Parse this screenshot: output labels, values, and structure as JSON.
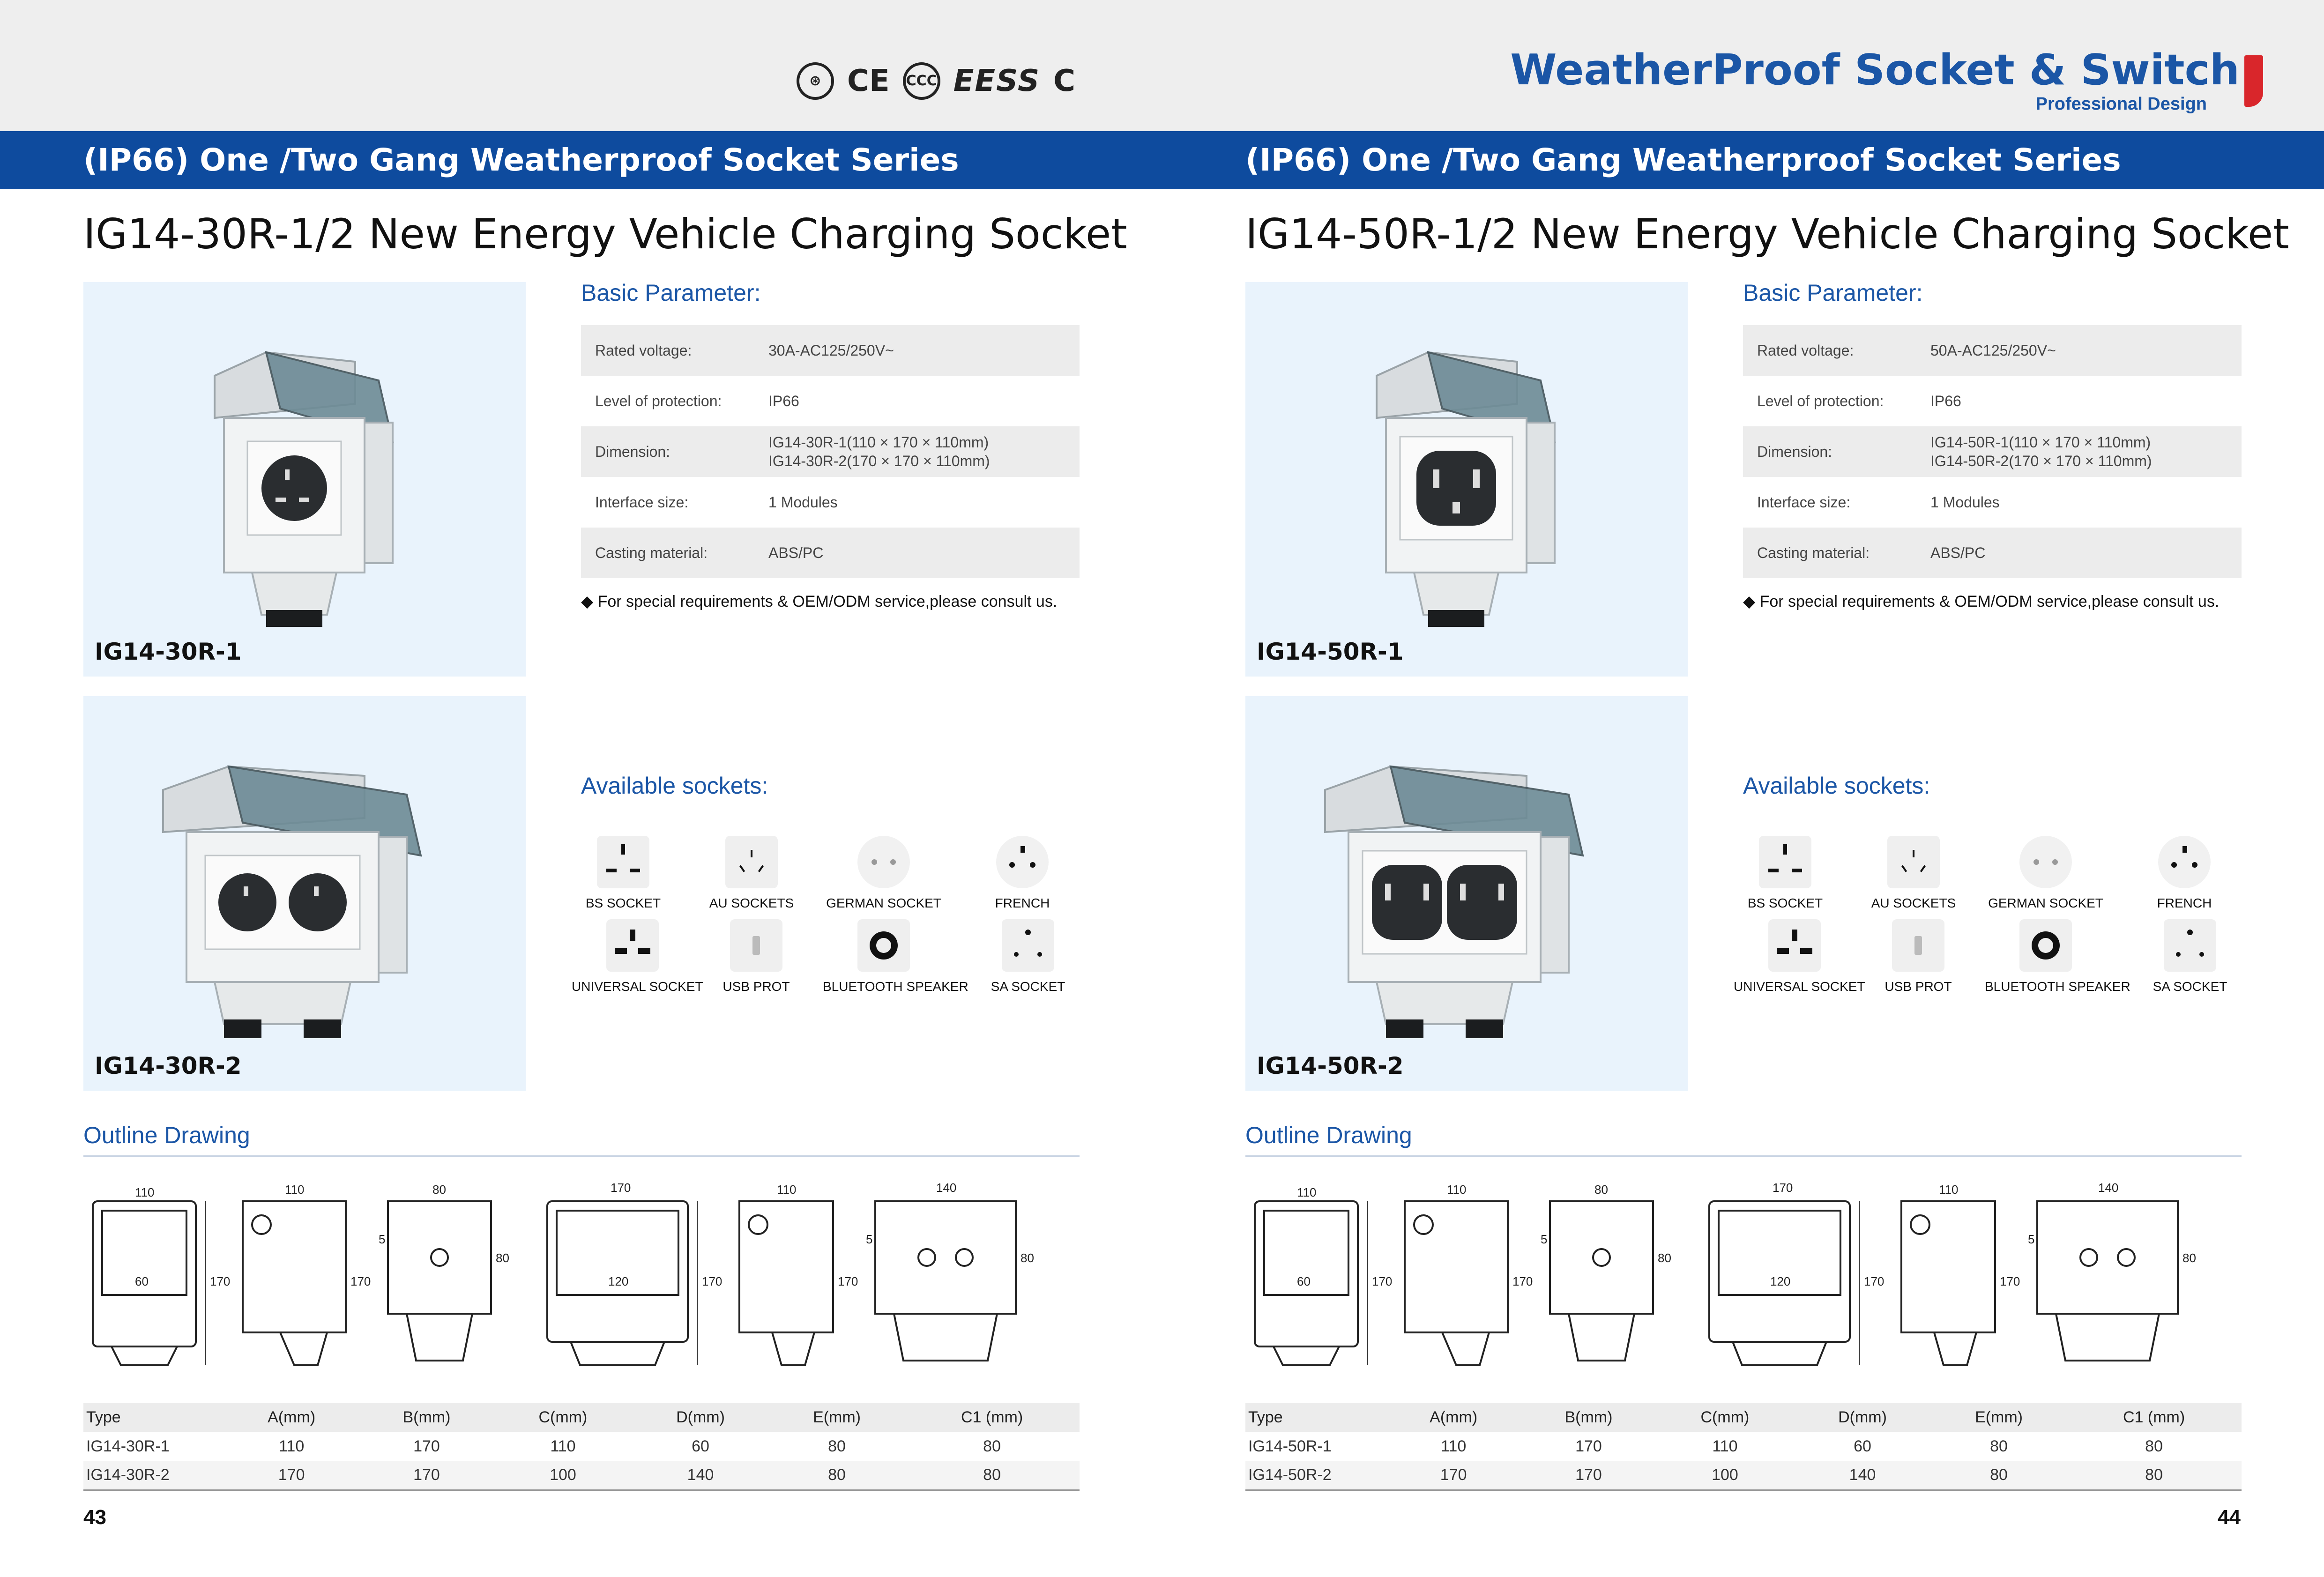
{
  "header": {
    "certifications": [
      "⊛",
      "CE",
      "CCC",
      "EESS",
      "C"
    ],
    "brand_title": "WeatherProof Socket & Switch",
    "brand_subtitle": "Professional Design"
  },
  "series_banner": "(IP66) One /Two Gang Weatherproof Socket Series",
  "labels": {
    "basic_parameter": "Basic Parameter:",
    "available_sockets": "Available sockets:",
    "outline_drawing": "Outline Drawing",
    "note": "◆ For special requirements & OEM/ODM service,please consult us."
  },
  "sockets": [
    {
      "label": "BS SOCKET",
      "icon": "bs-socket-icon"
    },
    {
      "label": "AU SOCKETS",
      "icon": "au-socket-icon"
    },
    {
      "label": "GERMAN SOCKET",
      "icon": "german-socket-icon"
    },
    {
      "label": "FRENCH",
      "icon": "french-socket-icon"
    },
    {
      "label": "UNIVERSAL SOCKET",
      "icon": "universal-socket-icon"
    },
    {
      "label": "USB PROT",
      "icon": "usb-port-icon"
    },
    {
      "label": "BLUETOOTH SPEAKER",
      "icon": "bluetooth-speaker-icon"
    },
    {
      "label": "SA SOCKET",
      "icon": "sa-socket-icon"
    }
  ],
  "drawing_dims": {
    "d1_top": "110",
    "d1_inner": "60",
    "d1_side": "170",
    "d2_top": "110",
    "d2_side": "170",
    "d3_top": "80",
    "d3_side": "80",
    "d3_small": "5",
    "d4_top": "170",
    "d4_inner": "120",
    "d4_side": "170",
    "d5_top": "110",
    "d5_side": "170",
    "d6_top": "140",
    "d6_side": "80",
    "d6_small": "5"
  },
  "table_headers": [
    "Type",
    "A(mm)",
    "B(mm)",
    "C(mm)",
    "D(mm)",
    "E(mm)",
    "C1 (mm)"
  ],
  "pages": [
    {
      "number": "43",
      "title": "IG14-30R-1/2 New Energy Vehicle Charging Socket",
      "product_1": "IG14-30R-1",
      "product_2": "IG14-30R-2",
      "params": [
        {
          "key": "Rated voltage:",
          "value": "30A-AC125/250V~"
        },
        {
          "key": "Level of protection:",
          "value": "IP66"
        },
        {
          "key": "Dimension:",
          "value": "IG14-30R-1(110 × 170 × 110mm)",
          "value2": "IG14-30R-2(170 × 170 × 110mm)"
        },
        {
          "key": "Interface size:",
          "value": "1 Modules"
        },
        {
          "key": "Casting material:",
          "value": "ABS/PC"
        }
      ],
      "rows": [
        [
          "IG14-30R-1",
          "110",
          "170",
          "110",
          "60",
          "80",
          "80"
        ],
        [
          "IG14-30R-2",
          "170",
          "170",
          "100",
          "140",
          "80",
          "80"
        ]
      ]
    },
    {
      "number": "44",
      "title": "IG14-50R-1/2 New Energy Vehicle Charging Socket",
      "product_1": "IG14-50R-1",
      "product_2": "IG14-50R-2",
      "params": [
        {
          "key": "Rated voltage:",
          "value": "50A-AC125/250V~"
        },
        {
          "key": "Level of protection:",
          "value": "IP66"
        },
        {
          "key": "Dimension:",
          "value": "IG14-50R-1(110 × 170 × 110mm)",
          "value2": "IG14-50R-2(170 × 170 × 110mm)"
        },
        {
          "key": "Interface size:",
          "value": "1 Modules"
        },
        {
          "key": "Casting material:",
          "value": "ABS/PC"
        }
      ],
      "rows": [
        [
          "IG14-50R-1",
          "110",
          "170",
          "110",
          "60",
          "80",
          "80"
        ],
        [
          "IG14-50R-2",
          "170",
          "170",
          "100",
          "140",
          "80",
          "80"
        ]
      ]
    }
  ]
}
